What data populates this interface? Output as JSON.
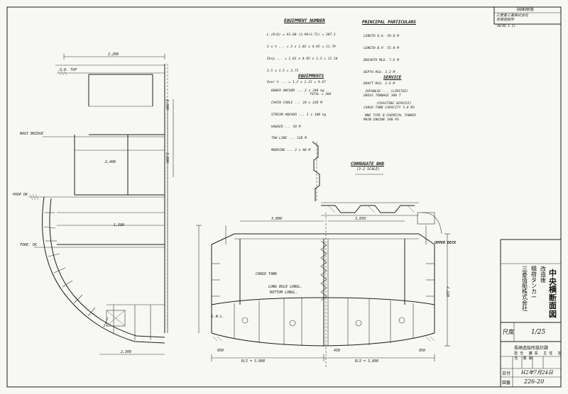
{
  "stamp": {
    "title": "図面原版",
    "line1": "三菱重工業株式会社",
    "line2": "長崎造船所",
    "line3": "(N/4G-1-1)"
  },
  "equipment_number": {
    "title": "EQUIPMENT NUMBER",
    "rows": [
      "L.(B+D) = 62.00 (2.90+2.71) = 207.1",
      "2 x h ... = 2 x 1.02 x 4.85 = 11.79",
      "Ship ... = 1.01 x 4.85 x 2.3 = 11.18",
      "2.5 x 1.5 = 3.75",
      "Over h ... = 1.2 x 1.23 = 4.67",
      "TOTAL = 288"
    ]
  },
  "principal_particulars": {
    "title": "PRINCIPAL PARTICULARS",
    "rows": [
      "LENGTH O.A. 59.0 M",
      "LENGTH B.P. 55.0 M",
      "BREADTH MLD. 7.6 M",
      "DEPTH MLD. 3.2 M",
      "DRAFT MLD. 2.6 M",
      "GROSS TONNAGE 300 T",
      "CARGO TANK CAPACITY 5.8 M3",
      "MAIN ENGINE 500 PS"
    ]
  },
  "equipments": {
    "title": "EQUIPMENTS",
    "rows": [
      "BOWER ANCHOR ... 2 x 340 kg",
      "CHAIN CABLE ... 24 x 220 M",
      "STREAM ANCHOR ... 1 x 100 kg",
      "HAWSER ... 50 M",
      "TOW LINE ... 120 M",
      "MOORING ... 2 x 80 M"
    ]
  },
  "service": {
    "title": "SERVICE",
    "rows": [
      "JAPANESE ... (LIMITED)",
      "(COASTING SERVICE)",
      "NNG TYPE B CHEMICAL TANKER"
    ]
  },
  "midship": {
    "corrugate_title": "CORRUGATE BHD",
    "corrugate_sub": "(3-2 SCALE)",
    "upper_deck": "UPPER DECK",
    "labels": [
      "U.H. TOP",
      "NAVI BRIDGE",
      "POOP DK",
      "FORE. DK",
      "2,200",
      "3,800",
      "2,300",
      "2,400",
      "2,300",
      "B/2 = 3,800",
      "B/2 = 3,800",
      "3,000",
      "3,850",
      "LONG BULK LONGL.",
      "BOTTOM LONGL.",
      "CARGO TANK",
      "L.W.L.",
      "4.220",
      "1,590",
      "950",
      "950",
      "450"
    ]
  },
  "title_block": {
    "vertical_title1": "三菱造船株式会社",
    "vertical_title2": "積荷タンカー",
    "vertical_title3": "改造後",
    "main_title": "中央横断面図",
    "scale_label": "尺度",
    "scale_value": "1/25",
    "company": "長崎造船所設計課",
    "roles": [
      "担当",
      "課長",
      "主任",
      "担当",
      "製図"
    ],
    "date_label": "日付",
    "date_value": "H2年7月24日",
    "drawing_no_label": "図番",
    "drawing_no": "226-20"
  }
}
